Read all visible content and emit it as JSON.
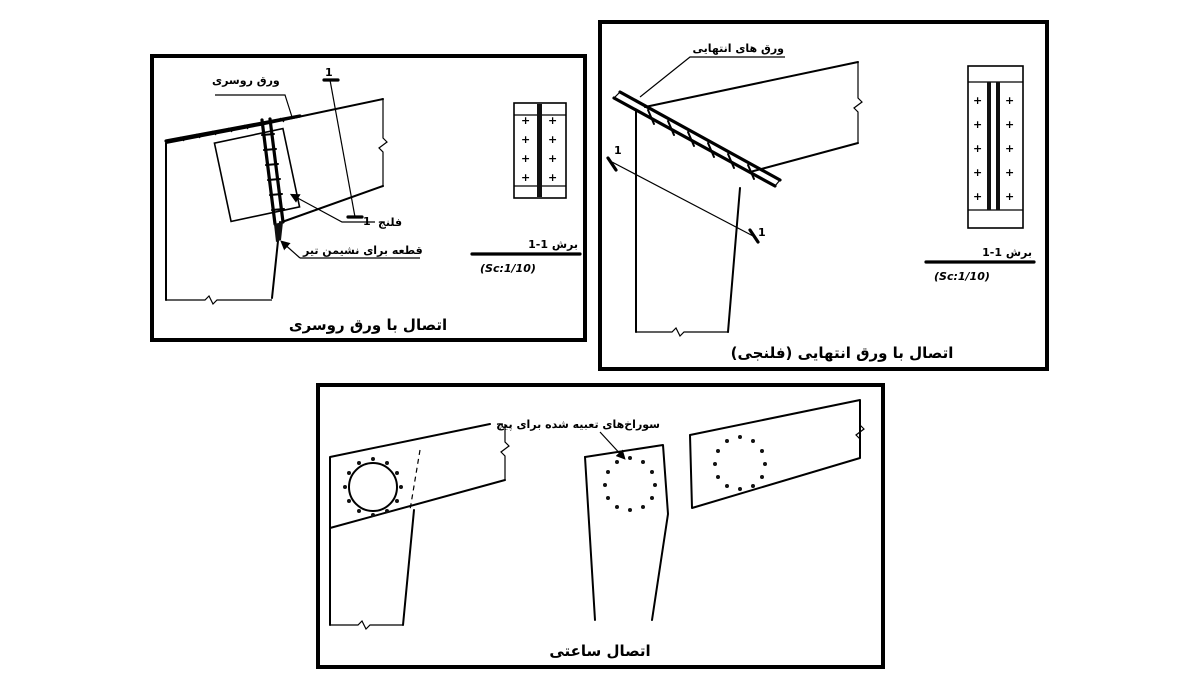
{
  "panels": {
    "top_left": {
      "caption": "اتصال با ورق روسری",
      "label_roof_plate": "ورق روسری",
      "label_flange": "فلنج",
      "label_seat_piece": "قطعه برای نشیمن تیر",
      "section_title": "برش 1-1",
      "section_scale": "(Sc:1/10)",
      "section_mark": "1"
    },
    "top_right": {
      "caption": "اتصال با ورق انتهایی (فلنجی)",
      "label_end_plates": "ورق های انتهایی",
      "section_title": "برش 1-1",
      "section_scale": "(Sc:1/10)",
      "section_mark": "1"
    },
    "bottom": {
      "caption": "اتصال ساعتی",
      "label_bolt_holes": "سوراخ‌های تعبیه شده برای پیچ"
    }
  },
  "colors": {
    "ink": "#000000",
    "paper": "#ffffff"
  }
}
